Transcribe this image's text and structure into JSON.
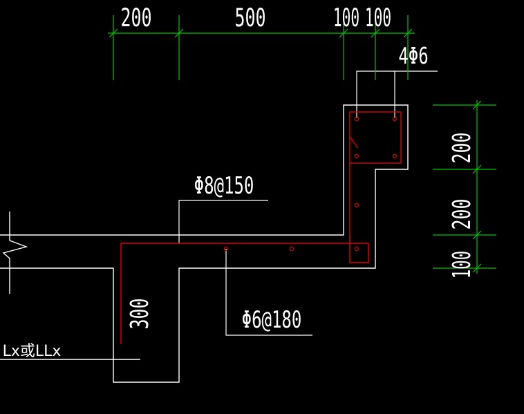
{
  "colors": {
    "background": "#000000",
    "dimension": "#00c800",
    "outline": "#ffffff",
    "rebar": "#e00000"
  },
  "dimensions": {
    "top": [
      "200",
      "500",
      "100",
      "100"
    ],
    "right": [
      "200",
      "200",
      "100"
    ],
    "left_leg": "300"
  },
  "annotations": {
    "top_bars": "4Φ6",
    "stirrup": "Φ8@150",
    "distribution": "Φ6@180",
    "beam_label": "Lx或LLx"
  }
}
